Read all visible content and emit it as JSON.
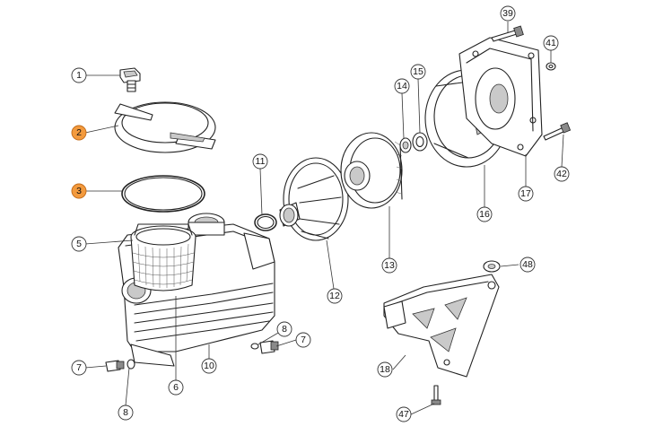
{
  "diagram": {
    "highlight_color": "#f39a3d",
    "callouts": [
      {
        "id": "c1",
        "label": "1",
        "highlighted": false
      },
      {
        "id": "c2",
        "label": "2",
        "highlighted": true
      },
      {
        "id": "c3",
        "label": "3",
        "highlighted": true
      },
      {
        "id": "c5",
        "label": "5",
        "highlighted": false
      },
      {
        "id": "c6",
        "label": "6",
        "highlighted": false
      },
      {
        "id": "c7a",
        "label": "7",
        "highlighted": false
      },
      {
        "id": "c7b",
        "label": "7",
        "highlighted": false
      },
      {
        "id": "c8a",
        "label": "8",
        "highlighted": false
      },
      {
        "id": "c8b",
        "label": "8",
        "highlighted": false
      },
      {
        "id": "c10",
        "label": "10",
        "highlighted": false
      },
      {
        "id": "c11",
        "label": "11",
        "highlighted": false
      },
      {
        "id": "c12",
        "label": "12",
        "highlighted": false
      },
      {
        "id": "c13",
        "label": "13",
        "highlighted": false
      },
      {
        "id": "c14",
        "label": "14",
        "highlighted": false
      },
      {
        "id": "c15",
        "label": "15",
        "highlighted": false
      },
      {
        "id": "c16",
        "label": "16",
        "highlighted": false
      },
      {
        "id": "c17",
        "label": "17",
        "highlighted": false
      },
      {
        "id": "c18",
        "label": "18",
        "highlighted": false
      },
      {
        "id": "c39",
        "label": "39",
        "highlighted": false
      },
      {
        "id": "c41",
        "label": "41",
        "highlighted": false
      },
      {
        "id": "c42",
        "label": "42",
        "highlighted": false
      },
      {
        "id": "c47",
        "label": "47",
        "highlighted": false
      },
      {
        "id": "c48",
        "label": "48",
        "highlighted": false
      }
    ]
  }
}
